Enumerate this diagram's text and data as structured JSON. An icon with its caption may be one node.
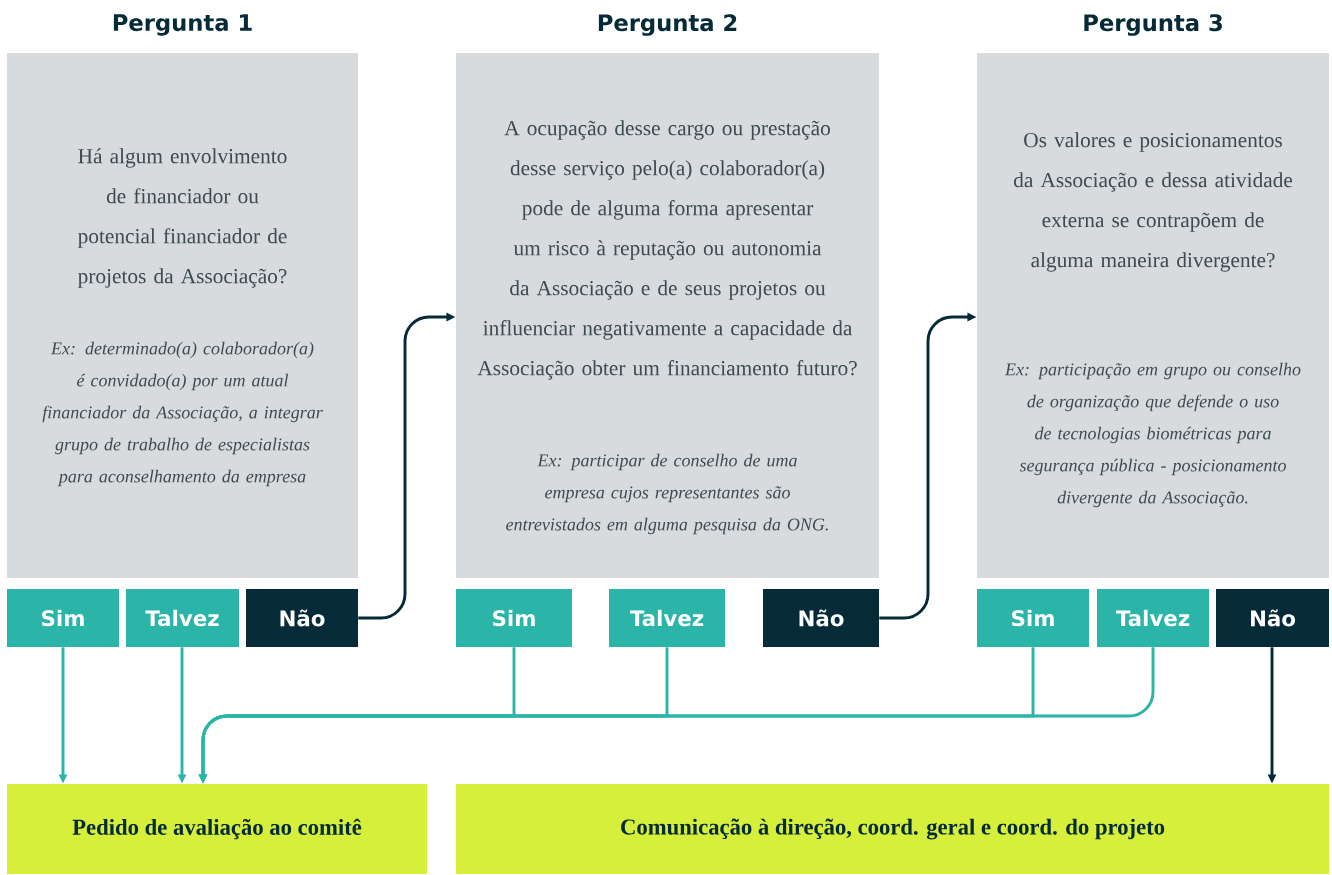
{
  "diagram": {
    "nodes": [
      {
        "text": [
          "Pergunta 1",
          "Há algum envolvimento de financiador ou potencial financiador de projetos da Associação?",
          "Ex: determinado(a) colaborador(a) é convidado(a) por um atual financiador da Associação, a integrar grupo de trabalho de especialistas para aconselhamento da empresa"
        ]
      },
      {
        "text": [
          "Pergunta 2",
          "A ocupação desse cargo ou prestação desse serviço pelo(a) colaborador(a) pode de alguma forma apresentar um risco à reputação ou autonomia da Associação e de seus projetos ou influenciar negativamente a capacidade da Associação obter um financiamento futuro?",
          "Ex: participar de conselho de uma empresa cujos representantes são entrevistados em alguma pesquisa da ONG."
        ]
      },
      {
        "text": [
          "Pergunta 3",
          "Os valores e posicionamentos da Associação e dessa atividade externa se contrapõem de alguma maneira divergente?",
          "Ex: participação em grupo ou conselho de organização que defende o uso de tecnologias biométricas para segurança pública - posicionamento divergente da Associação."
        ]
      },
      {
        "text": [
          "Sim"
        ]
      },
      {
        "text": [
          "Talvez"
        ]
      },
      {
        "text": [
          "Não"
        ]
      },
      {
        "text": [
          "Sim"
        ]
      },
      {
        "text": [
          "Talvez"
        ]
      },
      {
        "text": [
          "Não"
        ]
      },
      {
        "text": [
          "Sim"
        ]
      },
      {
        "text": [
          "Talvez"
        ]
      },
      {
        "text": [
          "Não"
        ]
      },
      {
        "text": [
          "Pedido de avaliação ao comitê"
        ]
      },
      {
        "text": [
          "Comunicação à direção, coord. geral e coord. do projeto"
        ]
      }
    ],
    "edges": [
      {
        "from": 3,
        "to": 12,
        "arrow": "to"
      },
      {
        "from": 4,
        "to": 12,
        "arrow": "to"
      },
      {
        "from": 5,
        "to": 1,
        "arrow": "to",
        "color": "#062b38"
      },
      {
        "from": 6,
        "to": 12,
        "arrow": "to"
      },
      {
        "from": 7,
        "to": 12,
        "arrow": "to"
      },
      {
        "from": 8,
        "to": 2,
        "arrow": "to",
        "color": "#062b38"
      },
      {
        "from": 9,
        "to": 12,
        "arrow": "to"
      },
      {
        "from": 10,
        "to": 12,
        "arrow": "to"
      },
      {
        "from": 11,
        "to": 13,
        "arrow": "to",
        "color": "#062b38"
      }
    ]
  }
}
